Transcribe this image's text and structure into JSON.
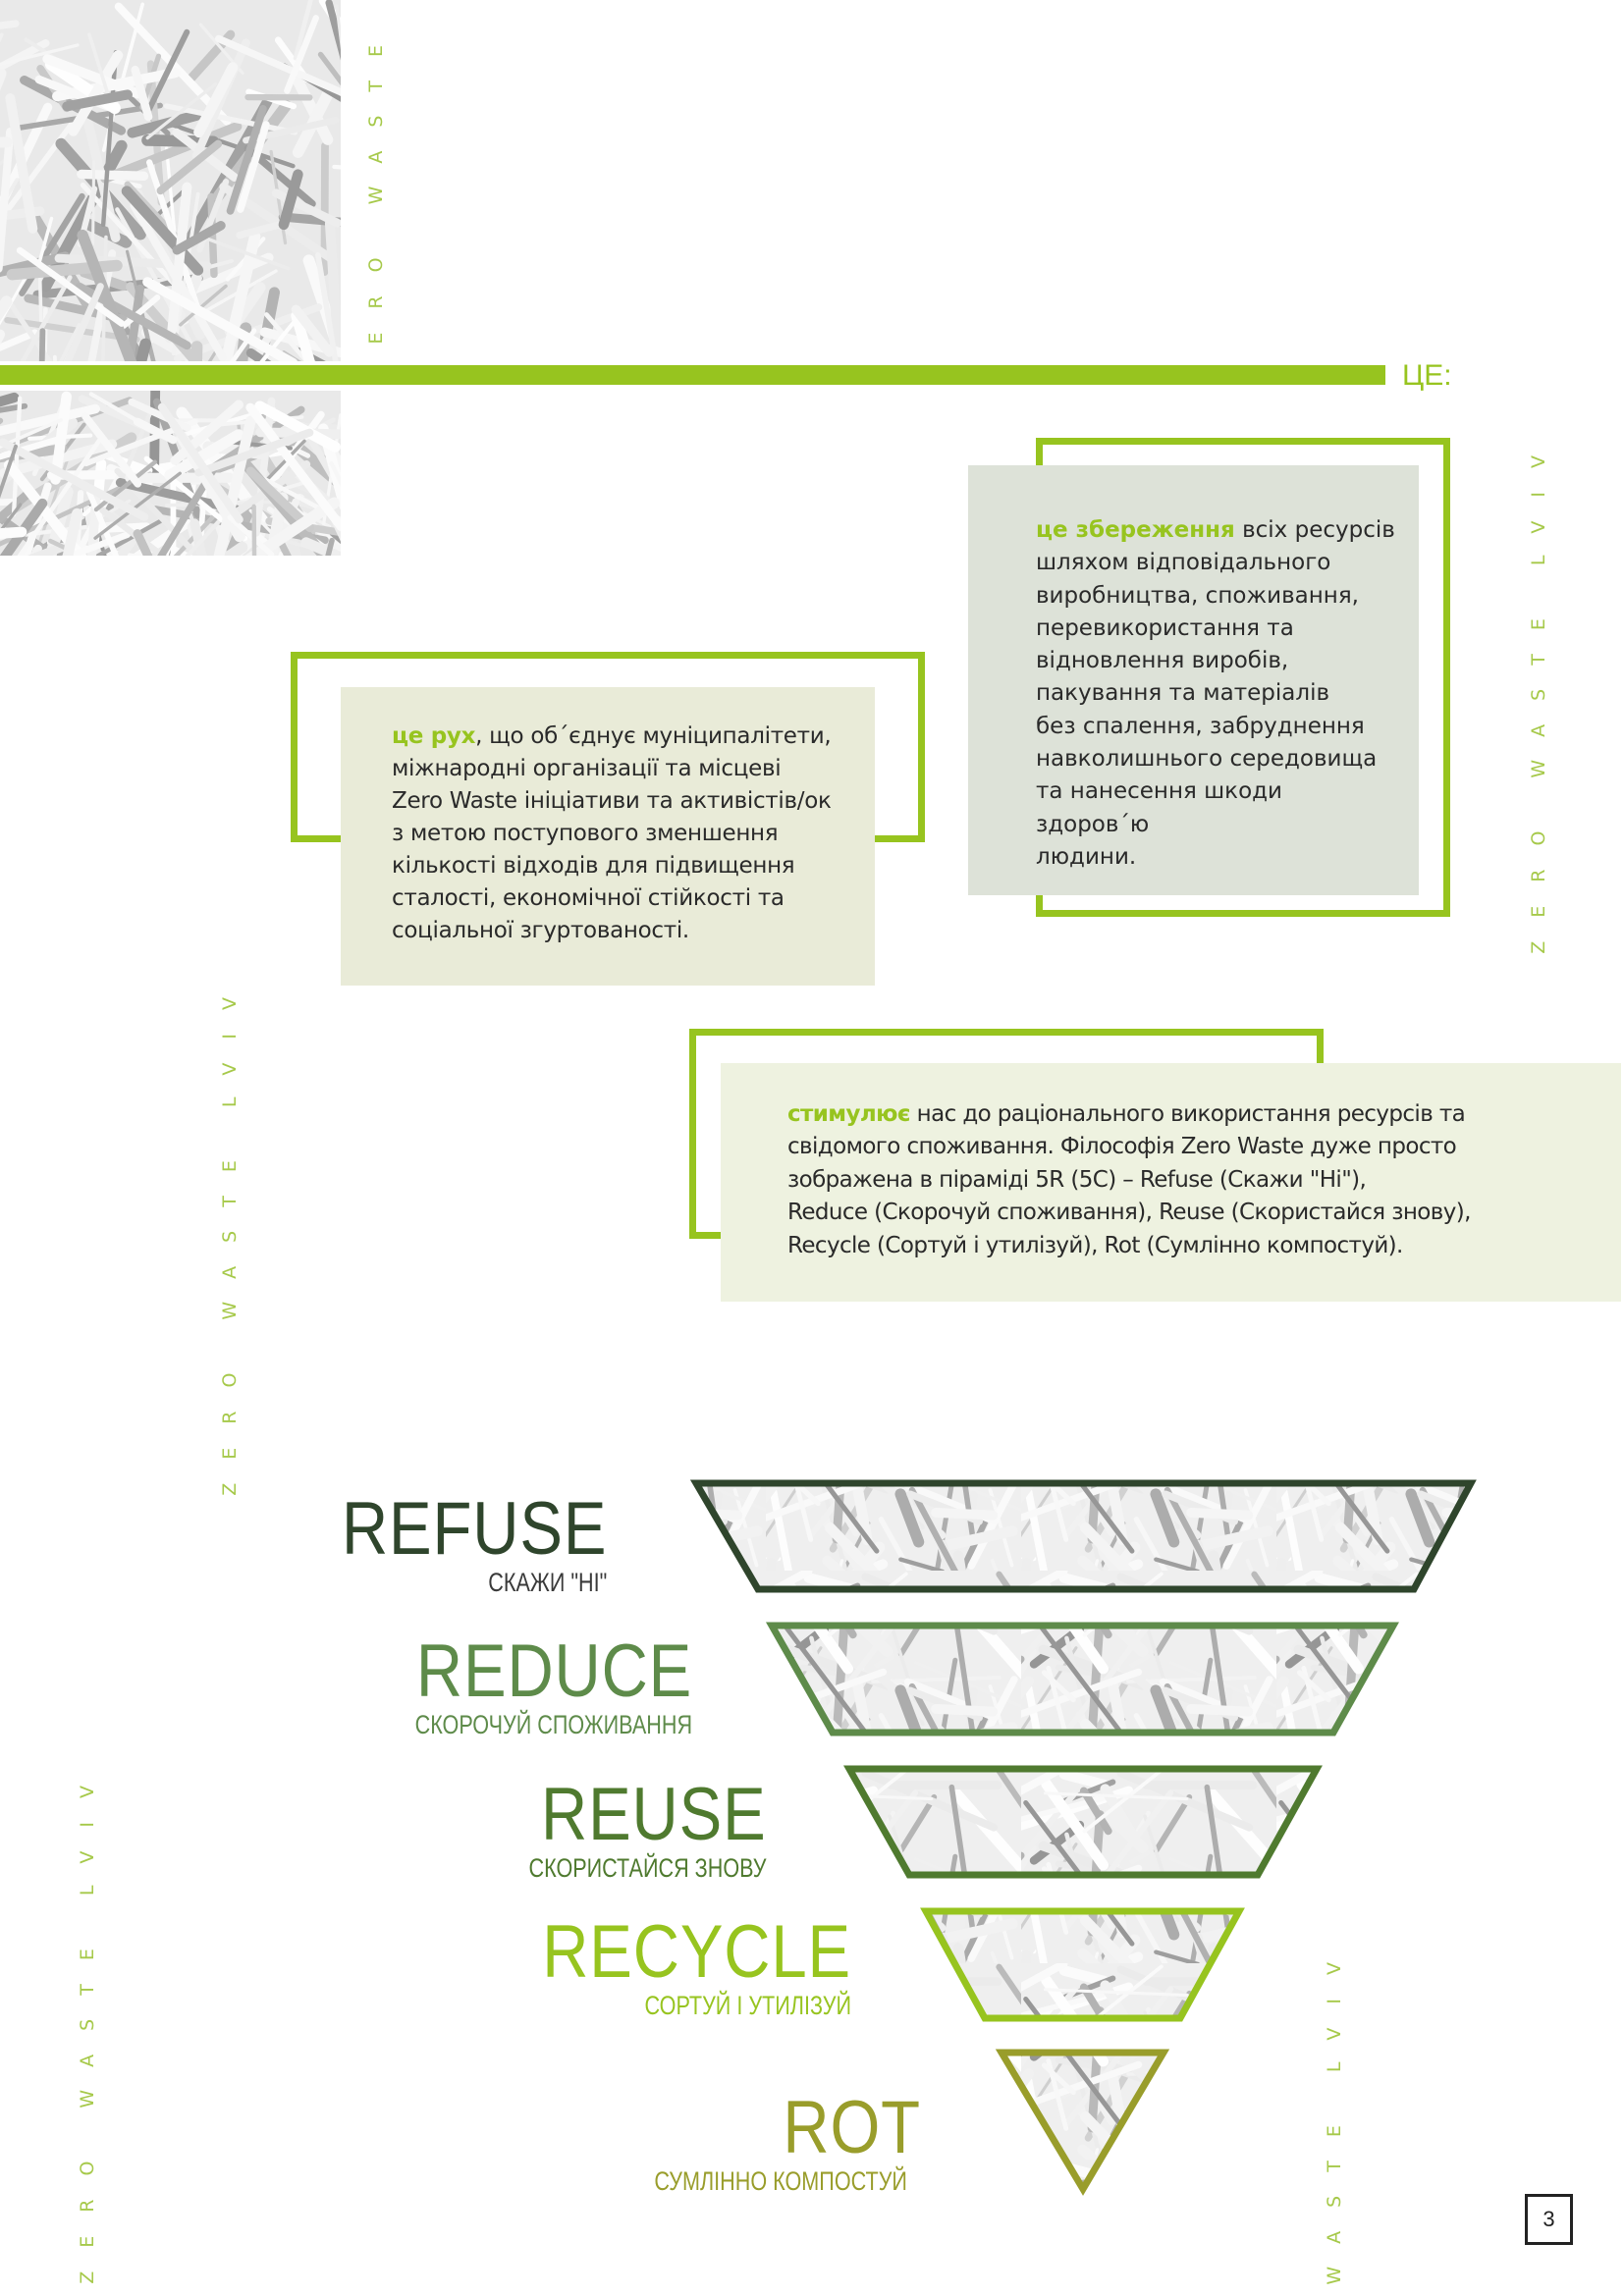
{
  "colors": {
    "accent": "#97c41f",
    "refuse": "#2f452c",
    "reduce": "#5e8b4a",
    "reuse": "#4f7a2f",
    "recycle": "#97c41f",
    "rot": "#999d2b"
  },
  "header": {
    "intro": "ЦЕ:"
  },
  "side_text": {
    "zero_waste": "ZERO WASTE",
    "zero_waste_lviv": "ZERO WASTE LVIV",
    "waste_lviv": "WASTE LVIV"
  },
  "boxes": {
    "preservation": {
      "lead": "це збереження",
      "first_rest": " всіх ресурсів",
      "lines": [
        "шляхом відповідального",
        "виробництва, споживання,",
        "перевикористання та",
        "відновлення виробів,",
        "пакування та матеріалів",
        "без спалення, забруднення",
        "навколишнього середовища",
        "та нанесення шкоди здоров΄ю",
        "людини."
      ]
    },
    "movement": {
      "lead": "це рух",
      "first_rest": ", що об΄єднує муніципалітети,",
      "lines": [
        "міжнародні організації та місцеві",
        "Zero Waste ініціативи та активістів/ок",
        "з метою поступового зменшення",
        "кількості відходів для підвищення",
        "сталості, економічної стійкості та",
        "соціальної згуртованості."
      ]
    },
    "stimulates": {
      "lead": "стимулює",
      "first_rest": " нас до раціонального використання ресурсів та",
      "lines": [
        "свідомого споживання. Філософія Zero Waste дуже просто",
        "зображена в піраміді 5R (5С) – Refuse (Скажи \"Ні\"),",
        "Reduce (Скорочуй споживання), Reuse (Скористайся знову),",
        "Recycle (Сортуй і утилізуй), Rot (Сумлінно компостуй)."
      ]
    }
  },
  "pyramid": [
    {
      "title": "REFUSE",
      "subtitle": "СКАЖИ \"НІ\""
    },
    {
      "title": "REDUCE",
      "subtitle": "СКОРОЧУЙ СПОЖИВАННЯ"
    },
    {
      "title": "REUSE",
      "subtitle": "СКОРИСТАЙСЯ ЗНОВУ"
    },
    {
      "title": "RECYCLE",
      "subtitle": "СОРТУЙ І УТИЛІЗУЙ"
    },
    {
      "title": "ROT",
      "subtitle": "СУМЛІННО КОМПОСТУЙ"
    }
  ],
  "page_number": "3"
}
